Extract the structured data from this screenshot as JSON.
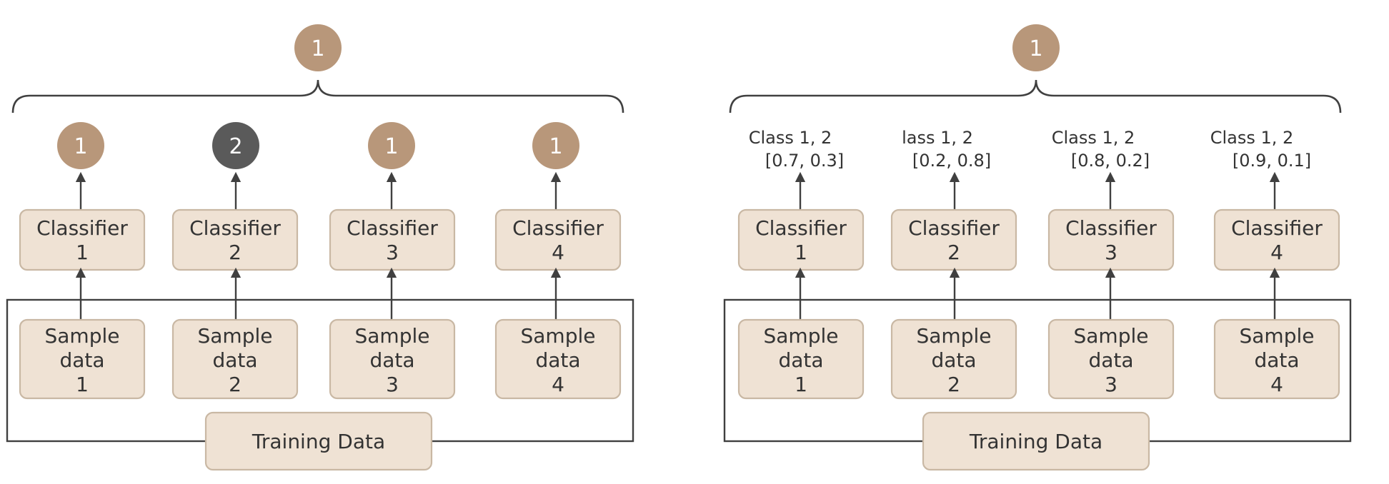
{
  "colors": {
    "vote_tan": "#b8977a",
    "vote_dark": "#5a5a5a",
    "box_fill": "#efe2d4",
    "line": "#404040"
  },
  "left": {
    "final_vote": "1",
    "votes": [
      {
        "label": "1",
        "color": "tan"
      },
      {
        "label": "2",
        "color": "dark"
      },
      {
        "label": "1",
        "color": "tan"
      },
      {
        "label": "1",
        "color": "tan"
      }
    ],
    "classifiers": [
      {
        "line1": "Classifier",
        "line2": "1"
      },
      {
        "line1": "Classifier",
        "line2": "2"
      },
      {
        "line1": "Classifier",
        "line2": "3"
      },
      {
        "line1": "Classifier",
        "line2": "4"
      }
    ],
    "samples": [
      {
        "line1": "Sample",
        "line2": "data",
        "line3": "1"
      },
      {
        "line1": "Sample",
        "line2": "data",
        "line3": "2"
      },
      {
        "line1": "Sample",
        "line2": "data",
        "line3": "3"
      },
      {
        "line1": "Sample",
        "line2": "data",
        "line3": "4"
      }
    ],
    "training": "Training Data"
  },
  "right": {
    "final_vote": "1",
    "predictions": [
      {
        "classes": "Class 1, 2",
        "probs": "[0.7, 0.3]"
      },
      {
        "classes": "lass 1, 2",
        "probs": "[0.2, 0.8]"
      },
      {
        "classes": "Class 1, 2",
        "probs": "[0.8, 0.2]"
      },
      {
        "classes": "Class 1, 2",
        "probs": "[0.9, 0.1]"
      }
    ],
    "classifiers": [
      {
        "line1": "Classifier",
        "line2": "1"
      },
      {
        "line1": "Classifier",
        "line2": "2"
      },
      {
        "line1": "Classifier",
        "line2": "3"
      },
      {
        "line1": "Classifier",
        "line2": "4"
      }
    ],
    "samples": [
      {
        "line1": "Sample",
        "line2": "data",
        "line3": "1"
      },
      {
        "line1": "Sample",
        "line2": "data",
        "line3": "2"
      },
      {
        "line1": "Sample",
        "line2": "data",
        "line3": "3"
      },
      {
        "line1": "Sample",
        "line2": "data",
        "line3": "4"
      }
    ],
    "training": "Training Data"
  }
}
